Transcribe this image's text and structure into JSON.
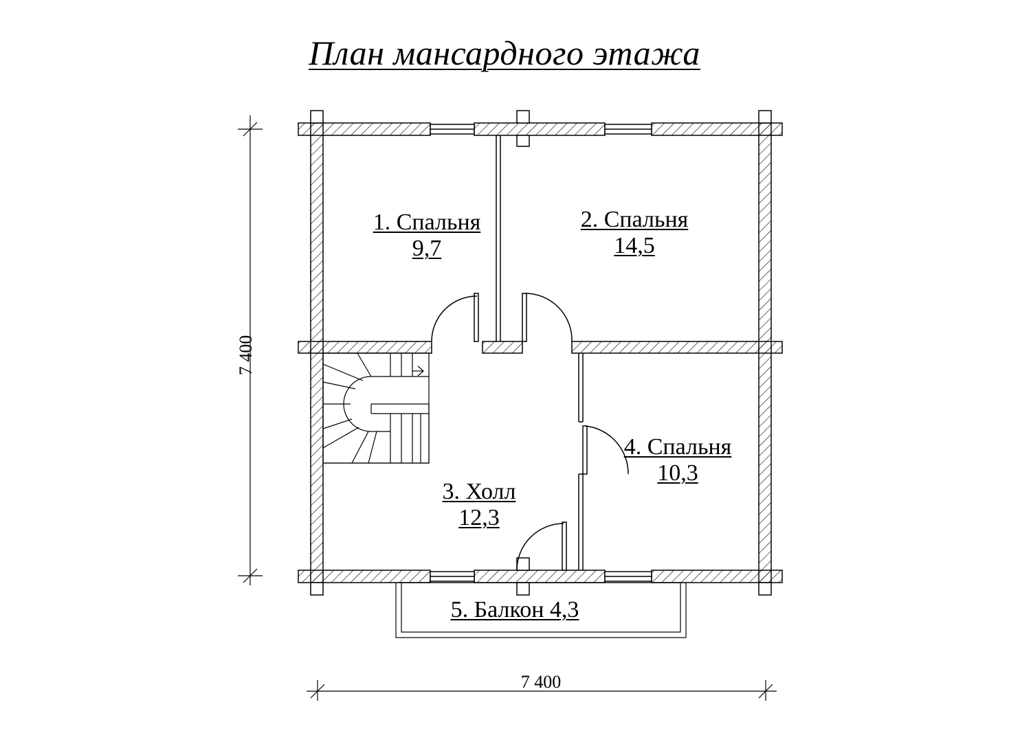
{
  "title": "План мансардного этажа",
  "rooms": [
    {
      "name": "1. Спальня",
      "area": "9,7"
    },
    {
      "name": "2. Спальня",
      "area": "14,5"
    },
    {
      "name": "3. Холл",
      "area": "12,3"
    },
    {
      "name": "4. Спальня",
      "area": "10,3"
    },
    {
      "name": "5. Балкон 4,3"
    }
  ],
  "dimensions": {
    "width": "7 400",
    "depth": "7 400"
  }
}
